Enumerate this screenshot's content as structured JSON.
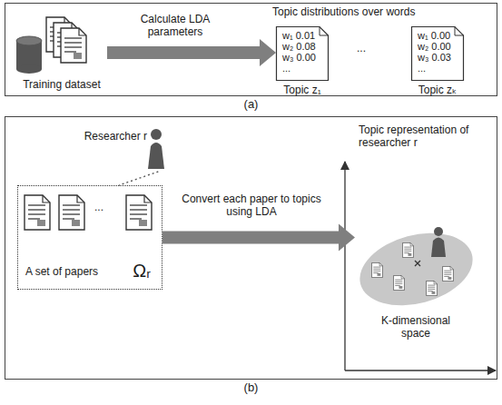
{
  "diagram": {
    "nodes": [
      {
        "text": [
          "(a)"
        ]
      },
      {
        "text": [
          "Training dataset"
        ],
        "in": 0
      },
      {
        "text": [
          "w₁ 0.01",
          "w₂ 0.08",
          "w₃ 0.00",
          "...",
          "Topic z₁"
        ],
        "in": 0
      },
      {
        "text": [
          "w₁ 0.00",
          "w₂ 0.00",
          "w₃ 0.03",
          "...",
          "Topic zₖ"
        ],
        "in": 0
      },
      {
        "text": [
          "(b)"
        ]
      },
      {
        "text": [
          "Researcher r"
        ],
        "in": 4
      },
      {
        "text": [
          "A set of papers",
          "Ωᵣ"
        ],
        "in": 4
      },
      {
        "text": [
          "K-dimensional space"
        ],
        "in": 4
      }
    ],
    "edges": [
      {
        "from": 1,
        "to": 2,
        "arrow": "to",
        "label": "Calculate LDA parameters"
      },
      {
        "from": 5,
        "to": 6,
        "arrow": "none"
      },
      {
        "from": 6,
        "to": 7,
        "arrow": "to",
        "label": "Convert each paper to topics using LDA"
      }
    ],
    "labels": [
      "Topic distributions over words",
      "...",
      "...",
      "Topic representation of researcher r"
    ]
  }
}
